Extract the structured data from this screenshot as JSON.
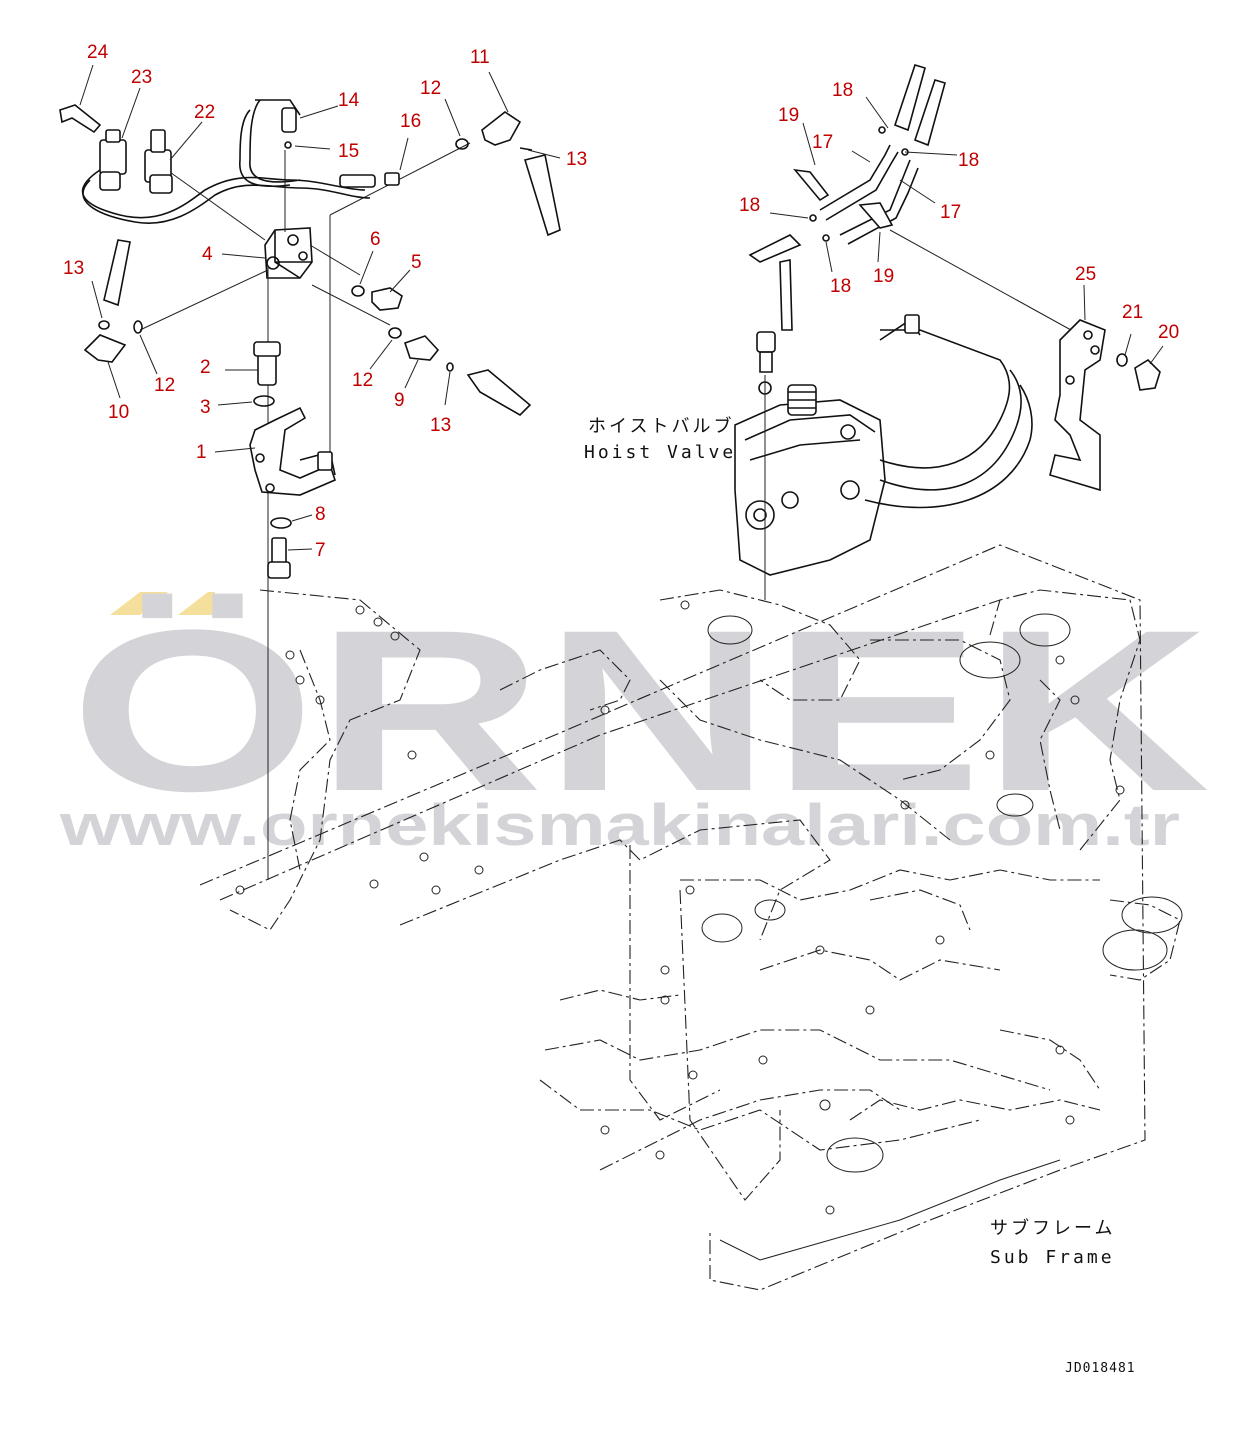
{
  "watermark": {
    "brand": "ÖRNEK",
    "url": "www.ornekismakinalari.com.tr",
    "accent_color": "#f5df9c",
    "text_color": "#d4d4d8"
  },
  "labels": {
    "hoist_valve_jp": "ホイストバルブ",
    "hoist_valve_en": "Hoist Valve",
    "sub_frame_jp": "サブフレーム",
    "sub_frame_en": "Sub Frame",
    "drawing_code": "JD018481"
  },
  "callouts": [
    "24",
    "23",
    "22",
    "14",
    "15",
    "12",
    "11",
    "16",
    "13",
    "4",
    "6",
    "5",
    "13",
    "12",
    "2",
    "3",
    "1",
    "10",
    "12",
    "9",
    "13",
    "8",
    "7",
    "18",
    "19",
    "17",
    "18",
    "18",
    "17",
    "18",
    "18",
    "19",
    "25",
    "21",
    "20"
  ],
  "callout_color": "#c00000"
}
